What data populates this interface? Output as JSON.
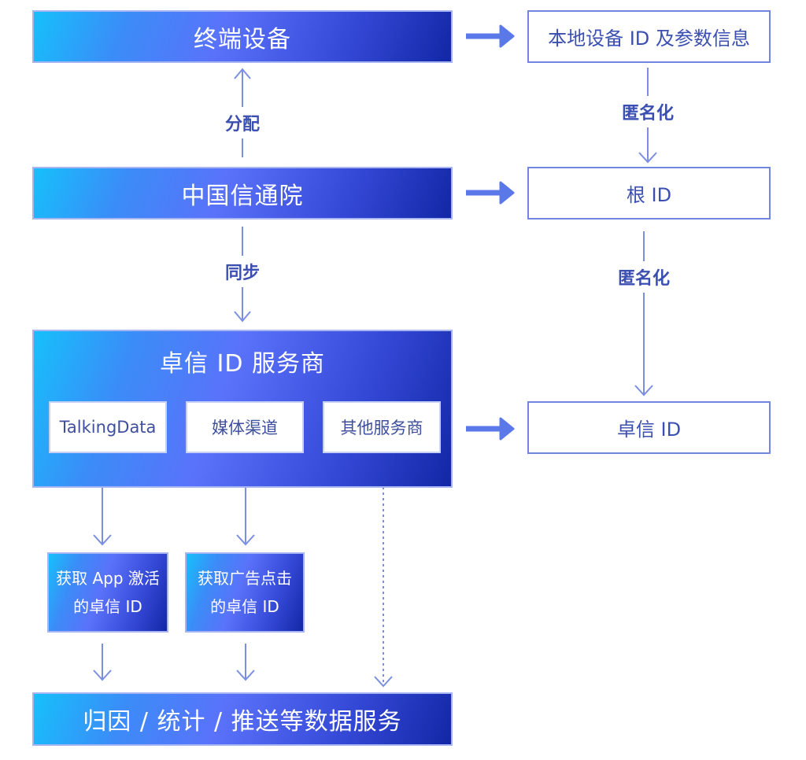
{
  "nodes": {
    "terminal_device": "终端设备",
    "caict": "中国信通院",
    "provider_group": "卓信 ID 服务商",
    "providers": [
      "TalkingData",
      "媒体渠道",
      "其他服务商"
    ],
    "app_activation": [
      "获取 App 激活",
      "的卓信 ID"
    ],
    "ad_click": [
      "获取广告点击",
      "的卓信 ID"
    ],
    "data_services": "归因 / 统计 / 推送等数据服务",
    "local_device_id": "本地设备 ID 及参数信息",
    "root_id": "根 ID",
    "zhuoxin_id": "卓信 ID"
  },
  "edge_labels": {
    "allocate": "分配",
    "sync": "同步",
    "anonymize_1": "匿名化",
    "anonymize_2": "匿名化"
  },
  "colors": {
    "gradient_start": "#16c0fb",
    "gradient_mid": "#5a72fa",
    "gradient_end": "#1227a6",
    "line": "#7a8fe0",
    "thick_arrow": "#5b78e8",
    "label_text": "#3b4fb0"
  }
}
